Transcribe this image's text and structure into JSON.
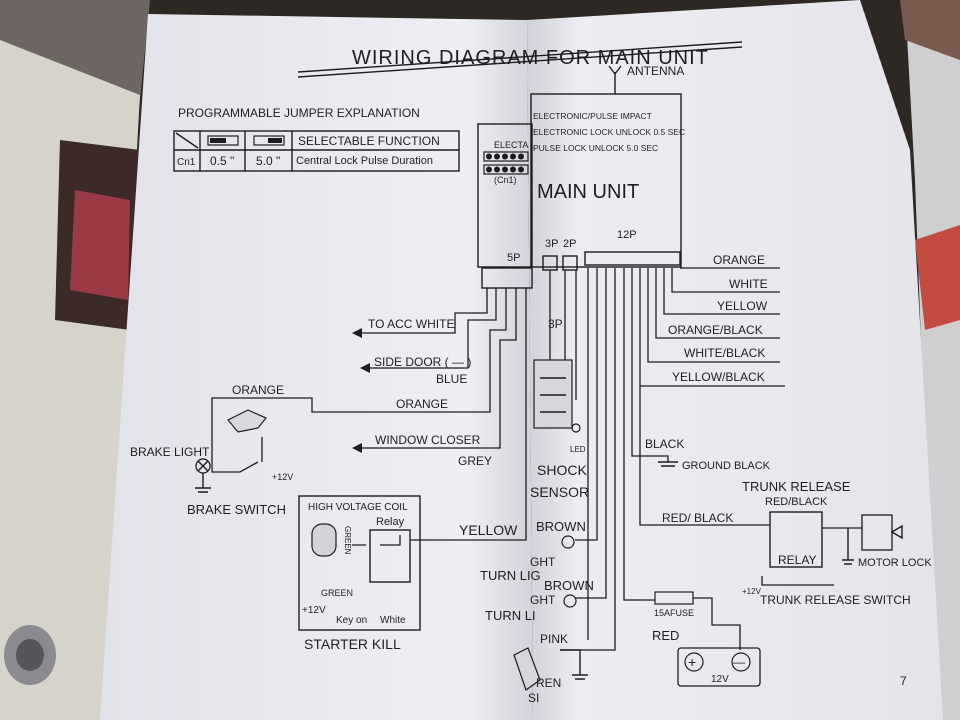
{
  "page": {
    "title": "WIRING DIAGRAM FOR MAIN UNIT",
    "page_number": "7"
  },
  "jumper": {
    "heading": "PROGRAMMABLE JUMPER EXPLANATION",
    "col_function": "SELECTABLE FUNCTION",
    "row_id": "Cn1",
    "value_a": "0.5 \"",
    "value_b": "5.0 \"",
    "row_function": "Central Lock Pulse Duration"
  },
  "main_unit": {
    "antenna": "ANTENNA",
    "line1": "ELECTRONIC/PULSE IMPACT",
    "line2": "ELECTRONIC LOCK UNLOCK  0.5 SEC",
    "line3": "PULSE  LOCK  UNLOCK  5.0 SEC",
    "title": "MAIN UNIT",
    "partial_label": "ELECTA",
    "cn1": "(Cn1)",
    "conn_5p": "5P",
    "conn_3p": "3P",
    "conn_2p": "2P",
    "conn_12p": "12P",
    "conn_3p_lower": "3P",
    "led": "LED"
  },
  "wires_right": [
    "ORANGE",
    "WHITE",
    "YELLOW",
    "ORANGE/BLACK",
    "WHITE/BLACK",
    "YELLOW/BLACK"
  ],
  "left_wires": {
    "acc": "TO ACC WHITE",
    "side_door": "SIDE DOOR ( — )",
    "side_door_color": "BLUE",
    "orange_top": "ORANGE",
    "orange": "ORANGE",
    "window": "WINDOW CLOSER",
    "window_color": "GREY",
    "brake_light": "BRAKE LIGHT",
    "plus12": "+12V",
    "brake_switch": "BRAKE SWITCH",
    "yellow": "YELLOW"
  },
  "starter": {
    "coil": "HIGH VOLTAGE COIL",
    "relay": "Relay",
    "green_v": "GREEN",
    "green": "GREEN",
    "plus12": "+12V",
    "key_on": "Key on",
    "white": "White",
    "title": "STARTER KILL"
  },
  "center": {
    "shock": "SHOCK",
    "sensor": "SENSOR",
    "brown1": "BROWN",
    "brown2": "BROWN",
    "turn1": "TURN LIG",
    "turn2": "TURN LI",
    "ght1": "GHT",
    "ght2": "GHT",
    "pink": "PINK",
    "ren": "REN",
    "si": "SI"
  },
  "right": {
    "black": "BLACK",
    "ground": "GROUND BLACK",
    "trunk_release": "TRUNK RELEASE",
    "red_black": "RED/BLACK",
    "red_black2": "RED/ BLACK",
    "relay": "RELAY",
    "motor_lock": "MOTOR LOCK",
    "plus12": "+12V",
    "trunk_switch": "TRUNK RELEASE SWITCH",
    "fuse": "15AFUSE",
    "red": "RED",
    "battery": "12V",
    "plus": "+",
    "minus": "—"
  },
  "colors": {
    "paper": "#e9e9ee",
    "ink": "#1d1d20",
    "background": "#2a2624"
  }
}
